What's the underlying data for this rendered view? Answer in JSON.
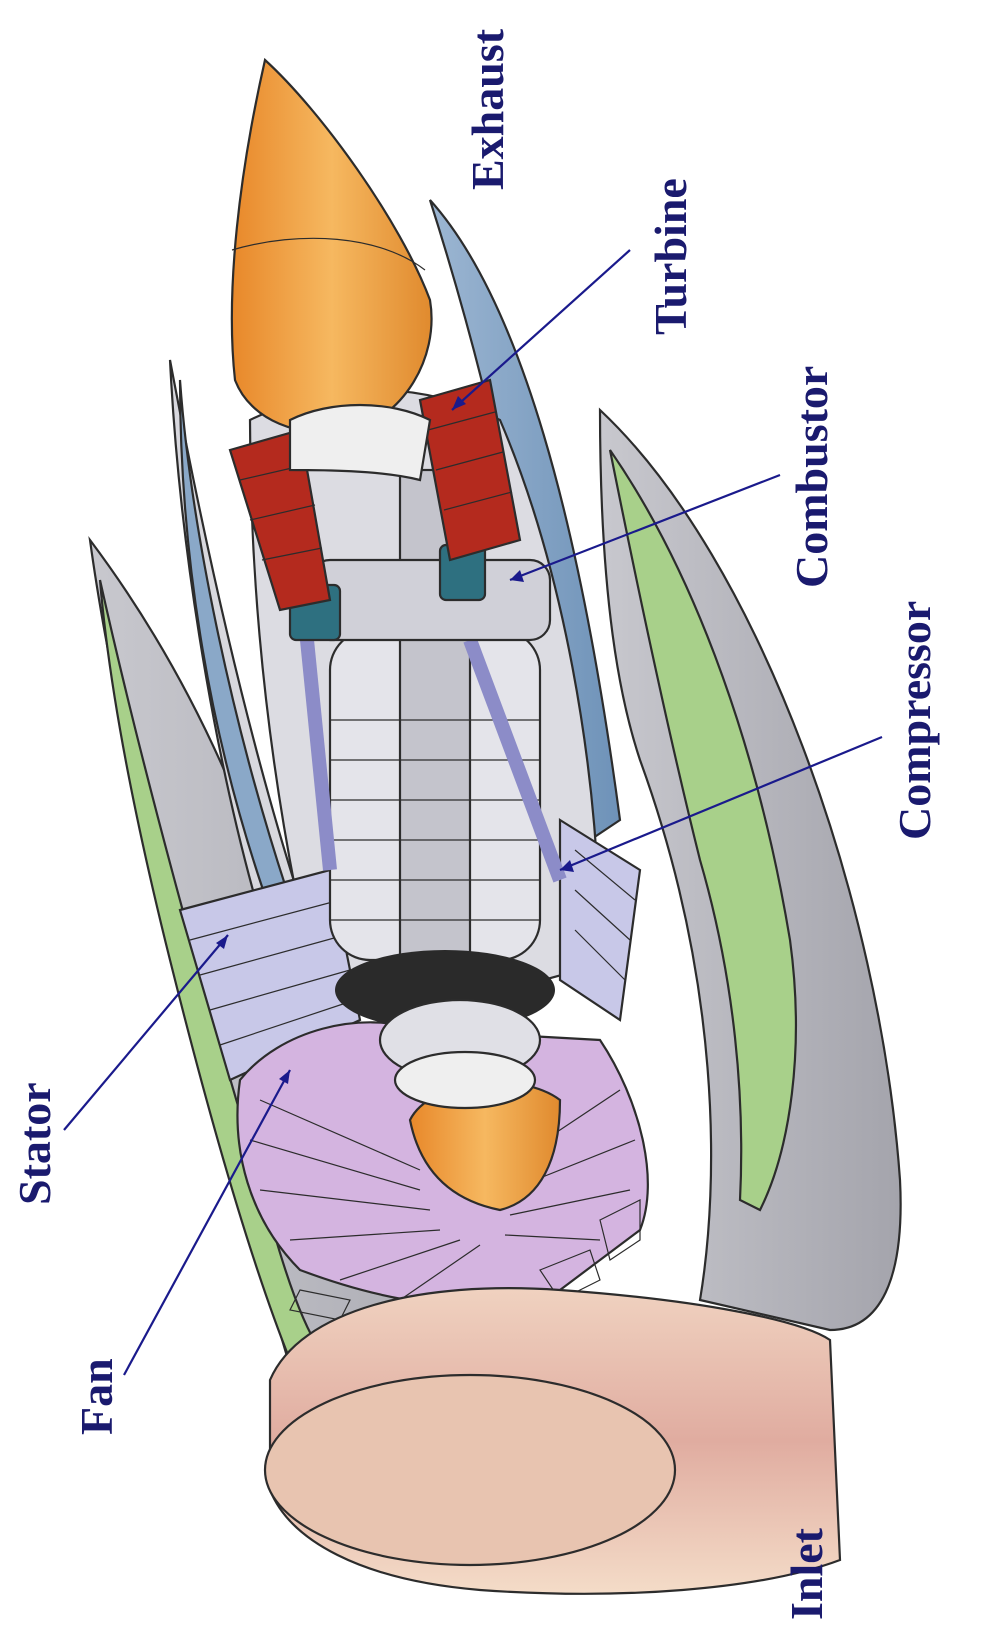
{
  "diagram": {
    "labels": [
      {
        "id": "exhaust",
        "text": "Exhaust"
      },
      {
        "id": "turbine",
        "text": "Turbine"
      },
      {
        "id": "combustor",
        "text": "Combustor"
      },
      {
        "id": "compressor",
        "text": "Compressor"
      },
      {
        "id": "stator",
        "text": "Stator"
      },
      {
        "id": "fan",
        "text": "Fan"
      },
      {
        "id": "inlet",
        "text": "Inlet"
      }
    ],
    "colors": {
      "label_text": "#1a1a6e",
      "leader_line": "#1a1a8c",
      "nacelle_outer": "#bdbdc4",
      "nacelle_green": "#a8d08a",
      "cowl_blue": "#8aa8c8",
      "core_grey": "#d6d6dc",
      "turbine_red": "#b42a1e",
      "cone_orange": "#f0a040",
      "fan_lavender": "#d4b4e0",
      "stator_lavender": "#c8c8e8",
      "inlet_tan": "#e0bca8",
      "teal": "#3aa0a0"
    }
  }
}
